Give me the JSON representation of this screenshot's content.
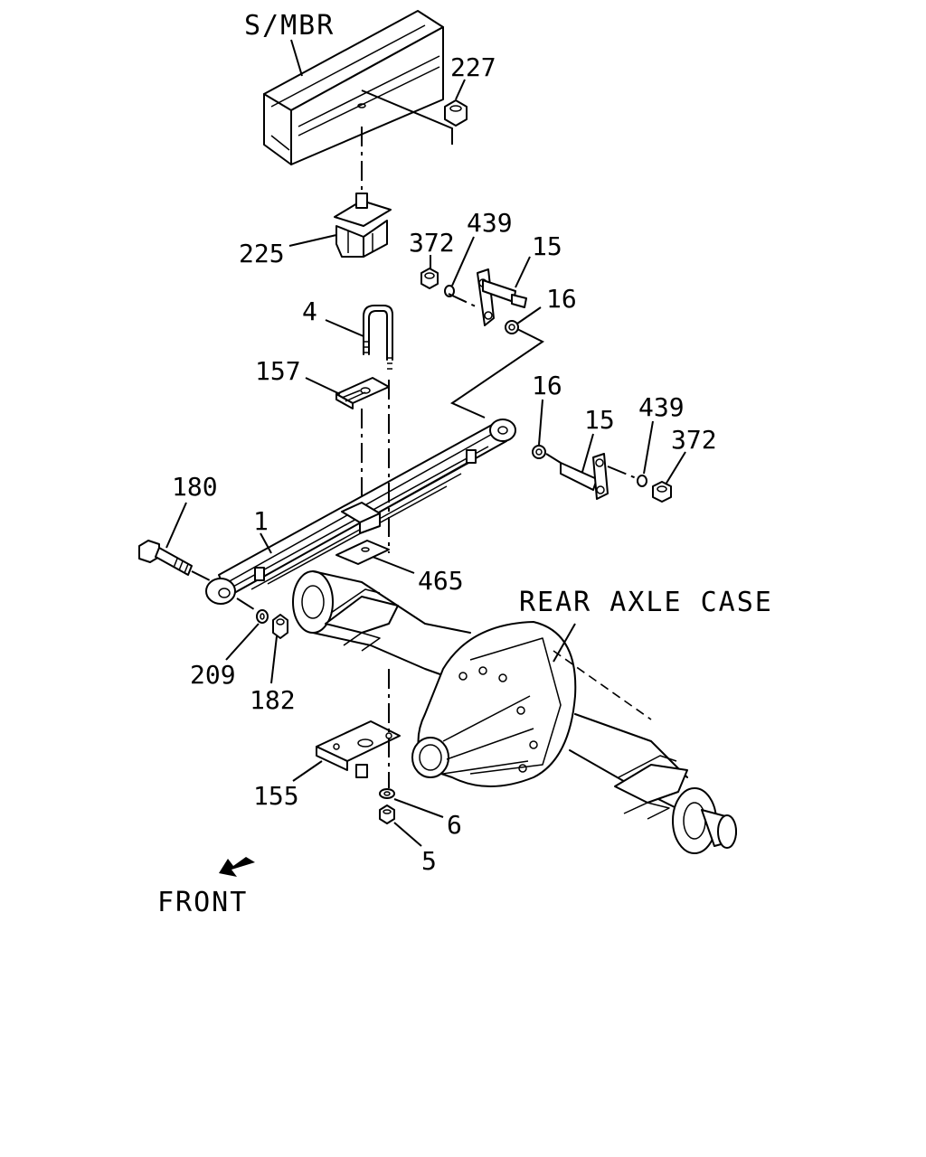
{
  "labels": {
    "smbr": "S/MBR",
    "p227": "227",
    "p225": "225",
    "p372a": "372",
    "p439a": "439",
    "p15a": "15",
    "p16a": "16",
    "p4": "4",
    "p157": "157",
    "p16b": "16",
    "p15b": "15",
    "p439b": "439",
    "p372b": "372",
    "p180": "180",
    "p1": "1",
    "p465": "465",
    "rear_axle_case": "REAR AXLE CASE",
    "p209": "209",
    "p182": "182",
    "p155": "155",
    "p6": "6",
    "p5": "5",
    "front": "FRONT"
  }
}
